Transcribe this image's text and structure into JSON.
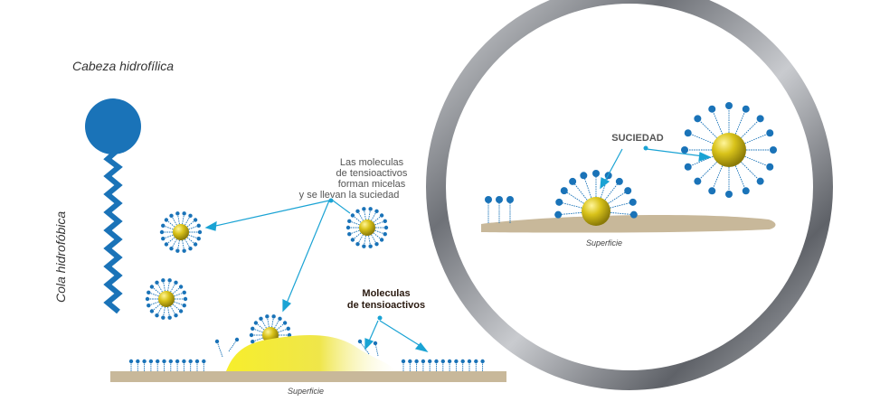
{
  "labels": {
    "head": "Cabeza hidrofílica",
    "tail": "Cola hidrofóbica",
    "micelle_line1": "Las moleculas",
    "micelle_line2": "de tensioactivos",
    "micelle_line3": "forman micelas",
    "micelle_line4": "y se llevan la suciedad",
    "molecules_line1": "Moleculas",
    "molecules_line2": "de tensioactivos",
    "surface_main": "Superficie",
    "surface_zoom": "Superficie",
    "dirt": "SUCIEDAD"
  },
  "colors": {
    "molecule_blue": "#1a73b8",
    "pointer_blue": "#1aa3d4",
    "gold": "#c9b20f",
    "surface": "#c8b89a",
    "dirt_yellow": "#f2e62a",
    "ring": "#8a8d92",
    "text_gray": "#555555",
    "text_dark": "#2a1a10"
  }
}
